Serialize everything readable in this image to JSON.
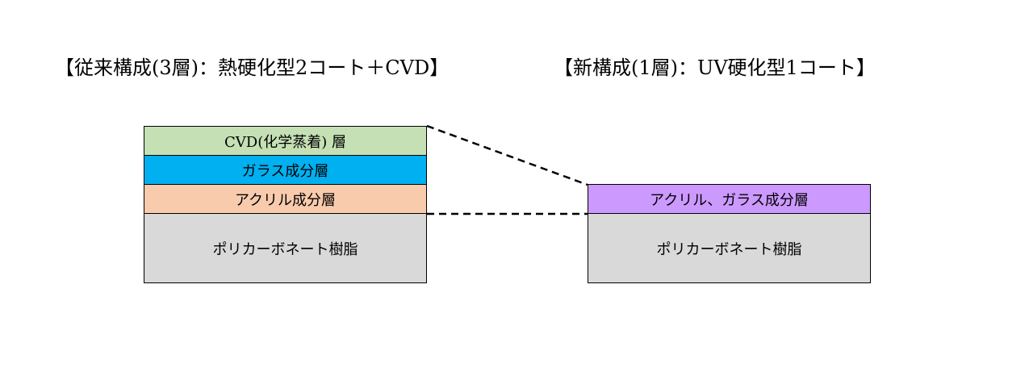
{
  "conventional": {
    "heading": "【従来構成(3層)：熱硬化型2コート＋CVD】",
    "layers": [
      {
        "label": "CVD(化学蒸着) 層",
        "color": "#c5e0b4"
      },
      {
        "label": "ガラス成分層",
        "color": "#00b0f0"
      },
      {
        "label": "アクリル成分層",
        "color": "#f8cbad"
      },
      {
        "label": "ポリカーボネート樹脂",
        "color": "#d9d9d9"
      }
    ]
  },
  "new": {
    "heading": "【新構成(1層)：UV硬化型1コート】",
    "layers": [
      {
        "label": "アクリル、ガラス成分層",
        "color": "#cc99ff"
      },
      {
        "label": "ポリカーボネート樹脂",
        "color": "#d9d9d9"
      }
    ]
  }
}
